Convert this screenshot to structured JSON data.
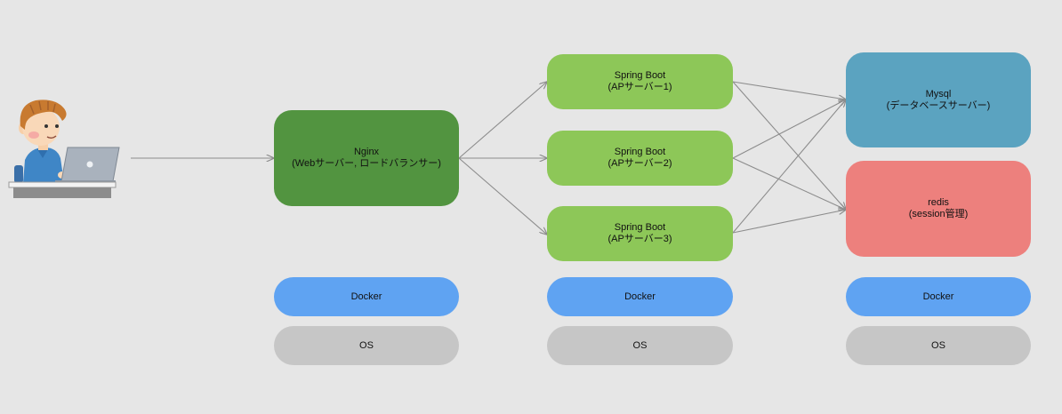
{
  "colors": {
    "background": "#e6e6e6",
    "nginx": "#529440",
    "app": "#8dc758",
    "mysql": "#5ba3c0",
    "redis": "#ed807d",
    "docker": "#5fa3f2",
    "os": "#c6c6c6",
    "arrow": "#8c8c8c"
  },
  "user": {
    "icon": "person-at-laptop-icon"
  },
  "nginx": {
    "title": "Nginx",
    "subtitle": "(Webサーバー, ロードバランサー)"
  },
  "app_servers": [
    {
      "title": "Spring Boot",
      "subtitle": "(APサーバー1)"
    },
    {
      "title": "Spring Boot",
      "subtitle": "(APサーバー2)"
    },
    {
      "title": "Spring Boot",
      "subtitle": "(APサーバー3)"
    }
  ],
  "mysql": {
    "title": "Mysql",
    "subtitle": "(データベースサーバー)"
  },
  "redis": {
    "title": "redis",
    "subtitle": "(session管理)"
  },
  "docker": [
    {
      "label": "Docker"
    },
    {
      "label": "Docker"
    },
    {
      "label": "Docker"
    }
  ],
  "os": [
    {
      "label": "OS"
    },
    {
      "label": "OS"
    },
    {
      "label": "OS"
    }
  ]
}
